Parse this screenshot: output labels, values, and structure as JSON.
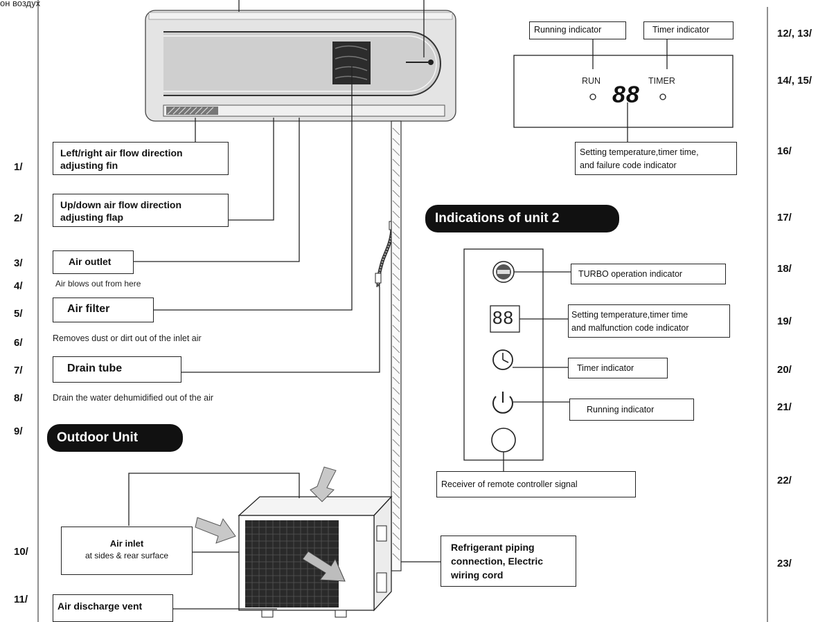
{
  "header_fragment": "он воздух",
  "left_numbers": [
    "1/",
    "2/",
    "3/",
    "4/",
    "5/",
    "6/",
    "7/",
    "8/",
    "9/",
    "10/",
    "11/"
  ],
  "right_numbers": [
    "12/, 13/",
    "14/, 15/",
    "16/",
    "17/",
    "18/",
    "19/",
    "20/",
    "21/",
    "22/",
    "23/"
  ],
  "indoor_labels": {
    "lr_fin": [
      "Left/right air flow direction",
      "adjusting fin"
    ],
    "ud_flap": [
      "Up/down air flow direction",
      "adjusting flap"
    ],
    "air_outlet": "Air outlet",
    "air_outlet_desc": "Air blows out from here",
    "air_filter": "Air filter",
    "air_filter_desc": "Removes dust or dirt out of the inlet air",
    "drain_tube": "Drain tube",
    "drain_tube_desc": "Drain the water dehumidified out of the air"
  },
  "display1": {
    "running_indicator": "Running indicator",
    "timer_indicator": "Timer indicator",
    "run": "RUN",
    "timer": "TIMER",
    "digits": "88",
    "setting_desc": [
      "Setting temperature,timer time,",
      "and failure code indicator"
    ]
  },
  "unit2": {
    "title": "Indications of unit 2",
    "turbo": "TURBO operation indicator",
    "digits": "88",
    "setting": [
      "Setting temperature,timer time",
      "and malfunction code indicator"
    ],
    "timer": "Timer indicator",
    "running": "Running indicator",
    "receiver": "Receiver of remote controller signal"
  },
  "outdoor": {
    "title": "Outdoor Unit",
    "air_inlet": "Air inlet",
    "air_inlet_sub": "at sides &  rear surface",
    "air_discharge": "Air discharge vent",
    "refrigerant": [
      "Refrigerant piping",
      "connection, Electric",
      "wiring cord"
    ]
  },
  "colors": {
    "unit_body": "#dcdcdc",
    "panel": "#c9c9c9",
    "pill": "#111111",
    "line": "#222222"
  }
}
